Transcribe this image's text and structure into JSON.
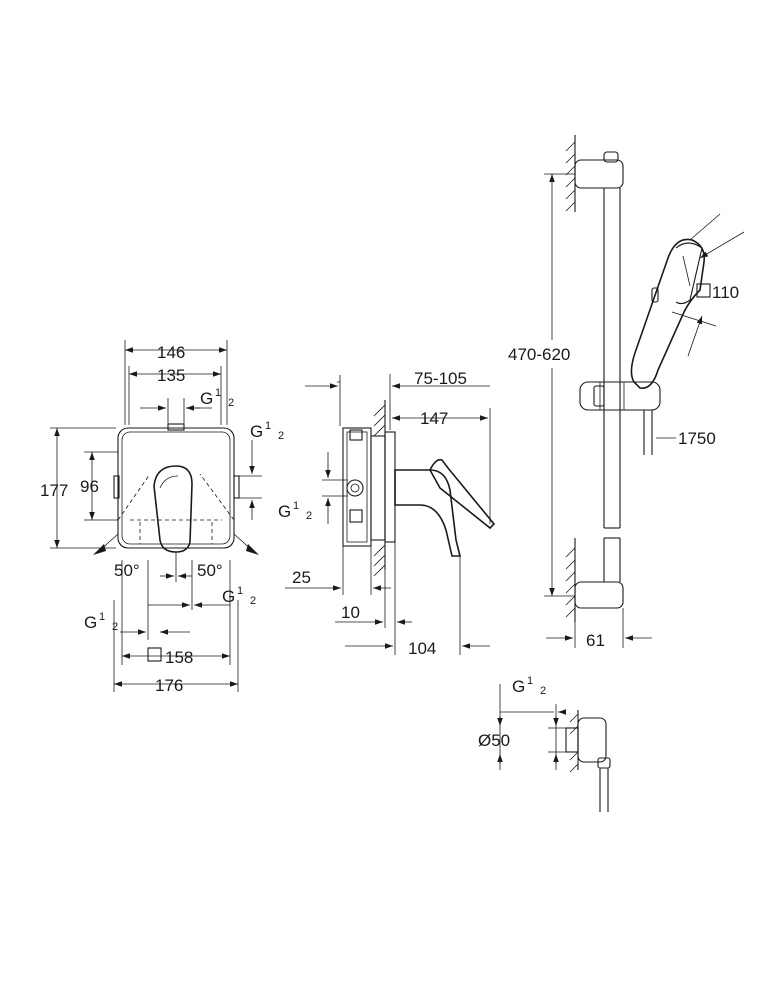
{
  "dimensions": {
    "w146": "146",
    "w135": "135",
    "g_top": "G",
    "g_right": "G",
    "h177": "177",
    "h96": "96",
    "ang_left": "50°",
    "ang_right": "50°",
    "g_lower_right": "G",
    "g_lower_left": "G",
    "sq158": "158",
    "w176": "176",
    "d75_105": "75-105",
    "d147": "147",
    "g_side": "G",
    "d25": "25",
    "d10": "10",
    "d104": "104",
    "d470_620": "470-620",
    "sq110": "110",
    "d1750": "1750",
    "d61": "61",
    "g_elbow": "G",
    "dia50": "Ø50"
  },
  "fraction": {
    "num": "1",
    "den": "2"
  },
  "colors": {
    "ink": "#1a1a1a",
    "background": "#ffffff"
  }
}
